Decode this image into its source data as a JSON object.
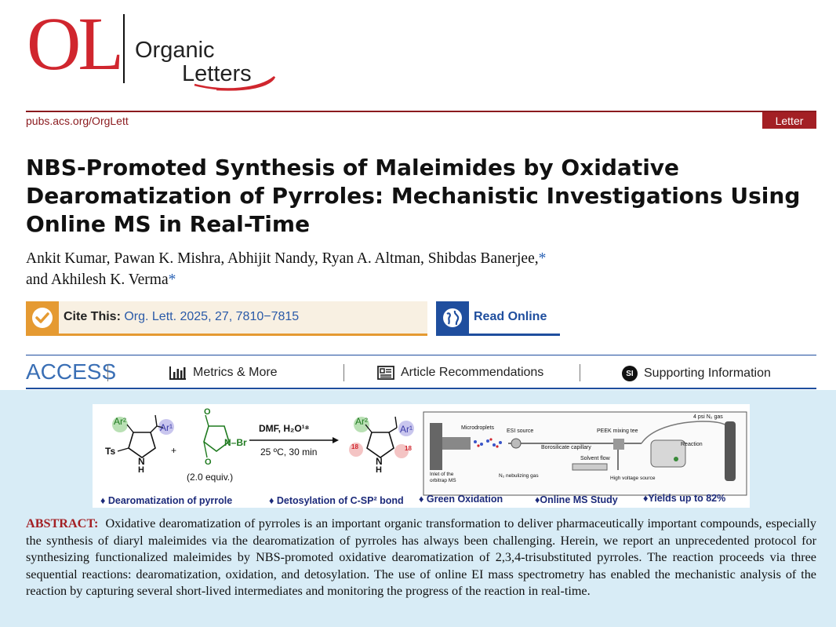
{
  "journal": {
    "logo_abbrev": "OL",
    "logo_word1": "Organic",
    "logo_word2": "Letters",
    "url": "pubs.acs.org/OrgLett",
    "article_type": "Letter"
  },
  "article": {
    "title": "NBS-Promoted Synthesis of Maleimides by Oxidative Dearomatization of Pyrroles: Mechanistic Investigations Using Online MS in Real-Time",
    "authors_line1": "Ankit Kumar, Pawan K. Mishra, Abhijit Nandy, Ryan A. Altman, Shibdas Banerjee,",
    "authors_line2": "and Akhilesh K. Verma",
    "corresponding_mark": "*"
  },
  "cite": {
    "label": "Cite This:",
    "reference": "Org. Lett. 2025, 27, 7810−7815"
  },
  "read_online": {
    "label": "Read Online"
  },
  "access": {
    "label": "ACCESS",
    "items": [
      {
        "label": "Metrics & More",
        "icon": "bar-chart-icon"
      },
      {
        "label": "Article Recommendations",
        "icon": "document-list-icon"
      },
      {
        "label": "Supporting Information",
        "icon": "si-badge-icon",
        "badge": "SI"
      }
    ]
  },
  "toc": {
    "reagents": "DMF, H₂O¹⁸",
    "conditions": "25 ºC, 30 min",
    "equiv": "(2.0 equiv.)",
    "nbs_label": "N–Br",
    "plus": "+",
    "substituents": {
      "ar2": "Ar²",
      "ar1": "Ar¹",
      "ts": "Ts",
      "nh": "N",
      "h": "H",
      "o": "O",
      "o18a": "18",
      "o18b": "18"
    },
    "setup_labels": {
      "microdroplets": "Microdroplets",
      "esi_source": "ESI source",
      "borosilicate": "Borosilicate capillary",
      "peek": "PEEK mixing tee",
      "gas": "4 psi N₂ gas",
      "reaction": "Reaction",
      "solvent_flow": "Solvent flow",
      "inlet": "Inlet of the",
      "orbitrap": "orbitrap MS",
      "nebulizing": "N₂ nebulizing gas",
      "hv": "High voltage source"
    },
    "bullets": [
      "♦ Dearomatization of pyrrole",
      "♦ Detosylation of C-SP² bond",
      "♦ Green Oxidation",
      "♦Online MS Study",
      "♦Yields up to 82%"
    ]
  },
  "abstract": {
    "label": "ABSTRACT:",
    "text": "Oxidative dearomatization of pyrroles is an important organic transformation to deliver pharmaceutically important compounds, especially the synthesis of diaryl maleimides via the dearomatization of pyrroles has always been challenging. Herein, we report an unprecedented protocol for synthesizing functionalized maleimides by NBS-promoted oxidative dearomatization of 2,3,4-trisubstituted pyrroles. The reaction proceeds via three sequential reactions: dearomatization, oxidation, and detosylation. The use of online EI mass spectrometry has enabled the mechanistic analysis of the reaction by capturing several short-lived intermediates and monitoring the progress of the reaction in real-time."
  },
  "colors": {
    "brand_red": "#d0262e",
    "rule_red": "#8b1a1e",
    "badge_red": "#a31f24",
    "cite_orange": "#e59a32",
    "read_blue": "#1f4e9e",
    "abstract_bg": "#d8ecf6"
  }
}
